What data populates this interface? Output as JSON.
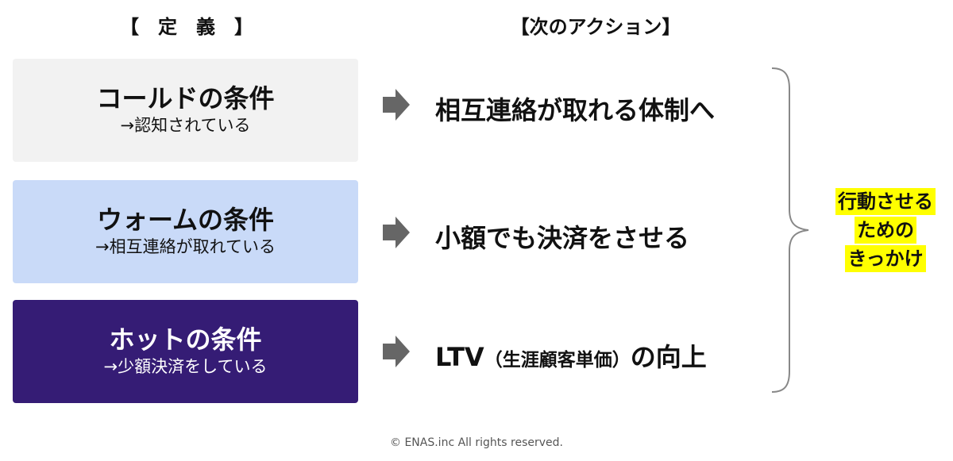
{
  "headers": {
    "definition": "【　定　義　】",
    "next_action": "【次のアクション】"
  },
  "conditions": [
    {
      "title": "コールドの条件",
      "subtitle": "→認知されている"
    },
    {
      "title": "ウォームの条件",
      "subtitle": "→相互連絡が取れている"
    },
    {
      "title": "ホットの条件",
      "subtitle": "→少額決済をしている"
    }
  ],
  "actions": [
    {
      "text": "相互連絡が取れる体制へ"
    },
    {
      "text": "小額でも決済をさせる"
    },
    {
      "main": "LTV",
      "paren": "（生涯顧客単価）",
      "tail": "の向上"
    }
  ],
  "goal": {
    "lines": [
      "行動させる",
      "ための",
      "きっかけ"
    ]
  },
  "copyright": "© ENAS.inc All rights reserved.",
  "colors": {
    "cold_bg": "#f2f2f2",
    "warm_bg": "#c9daf8",
    "hot_bg": "#351c75",
    "arrow": "#666666",
    "highlight": "#ffff00"
  },
  "icons": {
    "arrow": "right-arrow-icon",
    "brace": "right-curly-brace"
  }
}
